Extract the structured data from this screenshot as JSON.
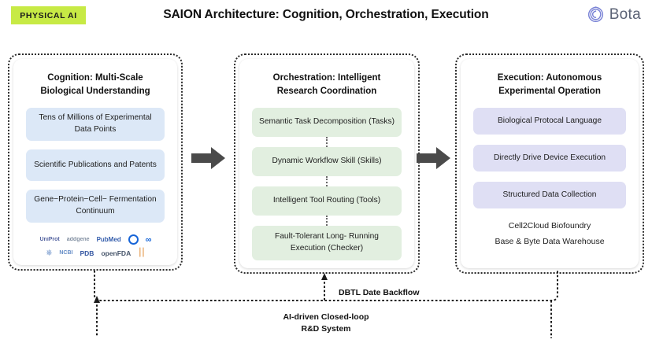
{
  "header": {
    "badge": "PHYSICAL AI",
    "title": "SAION Architecture: Cognition, Orchestration, Execution",
    "brand": "Bota",
    "brand_icon": "bota-swirl-logo-icon",
    "badge_color": "#c7ea45",
    "brand_color": "#5b6275"
  },
  "columns": [
    {
      "id": "cognition",
      "title": "Cognition: Multi-Scale Biological Understanding",
      "accent": "#dce8f7",
      "chips": [
        "Tens of Millions of Experimental Data Points",
        "Scientific Publications and Patents",
        "Gene−Protein−Cell− Fermentation Continuum"
      ],
      "logos_row1": [
        "UniProt",
        "addgene",
        "PubMed",
        "ring-logo",
        "meta-logo"
      ],
      "logos_row2": [
        "NCBI",
        "PDB",
        "openFDA",
        "dna-logo"
      ]
    },
    {
      "id": "orchestration",
      "title": "Orchestration: Intelligent Research Coordination",
      "accent": "#e2efe0",
      "chips": [
        "Semantic Task Decomposition (Tasks)",
        "Dynamic Workflow Skill (Skills)",
        "Intelligent Tool Routing (Tools)",
        "Fault-Tolerant Long- Running Execution (Checker)"
      ]
    },
    {
      "id": "execution",
      "title": "Execution: Autonomous Experimental Operation",
      "accent": "#dfdff4",
      "chips": [
        "Biological Protocal Language",
        "Directly Drive Device Execution",
        "Structured Data Collection"
      ],
      "plain_lines": [
        "Cell2Cloud Biofoundry",
        "Base & Byte Data Warehouse"
      ]
    }
  ],
  "arrows": {
    "color": "#4a4a4a",
    "arrow1": "arrow-cognition-to-orchestration",
    "arrow2": "arrow-orchestration-to-execution"
  },
  "feedback": {
    "label_top": "DBTL Date Backflow",
    "label_bottom_line1": "AI-driven Closed-loop",
    "label_bottom_line2": "R&D System",
    "line_color": "#1a1a1a"
  }
}
